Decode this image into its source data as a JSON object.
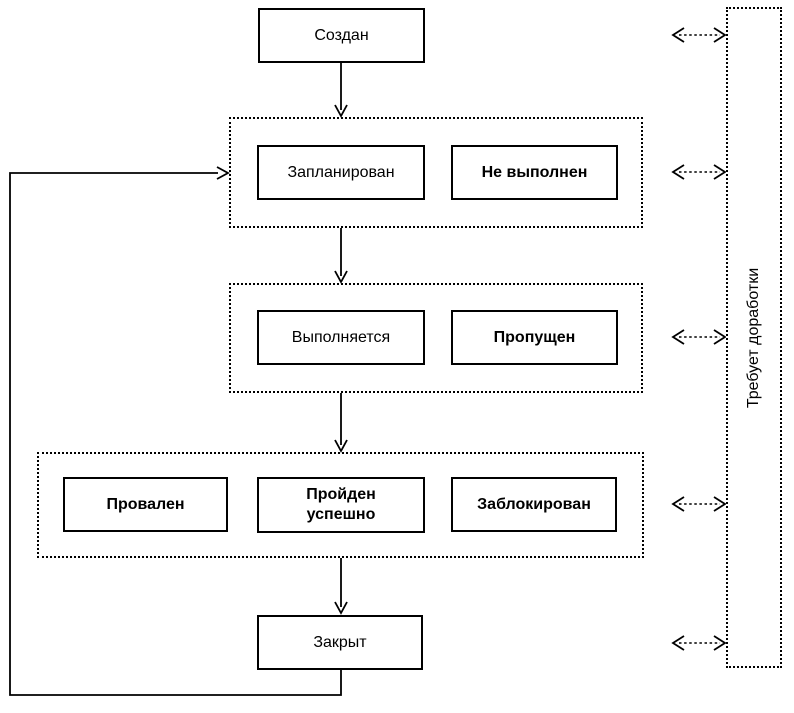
{
  "diagram": {
    "description": "Test case status workflow diagram",
    "colors": {
      "line": "#000000",
      "background": "#ffffff",
      "box_fill": "#ffffff",
      "text": "#000000"
    },
    "nodes": {
      "created": {
        "label": "Создан",
        "emphasis": "normal"
      },
      "planned": {
        "label": "Запланирован",
        "emphasis": "normal"
      },
      "not_executed": {
        "label": "Не выполнен",
        "emphasis": "bold"
      },
      "in_progress": {
        "label": "Выполняется",
        "emphasis": "normal"
      },
      "skipped": {
        "label": "Пропущен",
        "emphasis": "bold"
      },
      "failed": {
        "label": "Провален",
        "emphasis": "bold"
      },
      "passed": {
        "label": "Пройден\nуспешно",
        "emphasis": "bold"
      },
      "blocked": {
        "label": "Заблокирован",
        "emphasis": "bold"
      },
      "closed": {
        "label": "Закрыт",
        "emphasis": "normal"
      },
      "rework": {
        "label": "Требует доработки",
        "emphasis": "normal",
        "orientation": "vertical-bottom-to-top"
      }
    },
    "groups": [
      {
        "name": "planned-group",
        "members": [
          "planned",
          "not_executed"
        ]
      },
      {
        "name": "in-progress-group",
        "members": [
          "in_progress",
          "skipped"
        ]
      },
      {
        "name": "result-group",
        "members": [
          "failed",
          "passed",
          "blocked"
        ]
      }
    ],
    "edges": [
      {
        "from": "created",
        "to": "planned-group",
        "style": "solid-arrow"
      },
      {
        "from": "planned-group",
        "to": "in-progress-group",
        "style": "solid-arrow"
      },
      {
        "from": "in-progress-group",
        "to": "result-group",
        "style": "solid-arrow"
      },
      {
        "from": "result-group",
        "to": "closed",
        "style": "solid-arrow"
      },
      {
        "from": "closed",
        "to": "planned-group",
        "style": "solid-arrow-loop-left"
      },
      {
        "a": "created",
        "b": "rework",
        "style": "dashed-double-arrow"
      },
      {
        "a": "planned-group",
        "b": "rework",
        "style": "dashed-double-arrow"
      },
      {
        "a": "in-progress-group",
        "b": "rework",
        "style": "dashed-double-arrow"
      },
      {
        "a": "result-group",
        "b": "rework",
        "style": "dashed-double-arrow"
      },
      {
        "a": "closed",
        "b": "rework",
        "style": "dashed-double-arrow"
      }
    ]
  }
}
